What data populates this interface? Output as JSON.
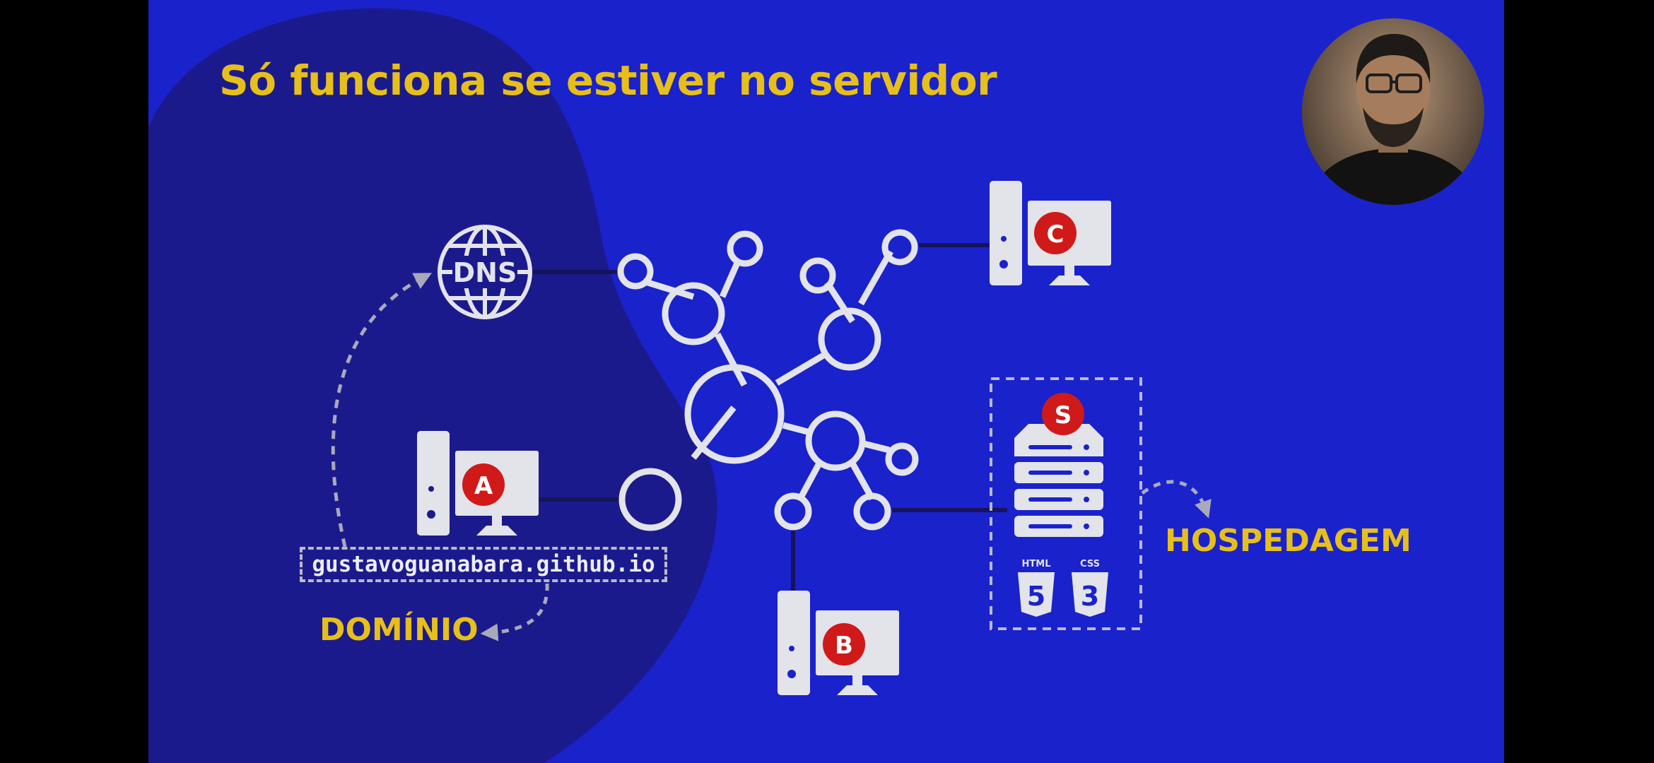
{
  "slide": {
    "title": "Só funciona se estiver no servidor",
    "dns_icon_text": "DNS",
    "domain_box_text": "gustavoguanabara.github.io",
    "domain_label": "DOMÍNIO",
    "hosting_label": "HOSPEDAGEM",
    "computers": [
      {
        "badge": "A"
      },
      {
        "badge": "B"
      },
      {
        "badge": "C"
      }
    ],
    "server_badge": "S",
    "server_tech_labels": [
      "HTML",
      "CSS"
    ],
    "server_tech_numbers": [
      "5",
      "3"
    ]
  },
  "colors": {
    "background": "#1a22cc",
    "dark_blob": "#1b1a8c",
    "title_yellow": "#e7bf1a",
    "icon_white": "#e3e3ea",
    "badge_red": "#d01919",
    "connector_line": "#16145a"
  },
  "icons": [
    "globe-icon",
    "computer-icon",
    "server-icon",
    "html5-icon",
    "css3-icon",
    "play-icon"
  ]
}
